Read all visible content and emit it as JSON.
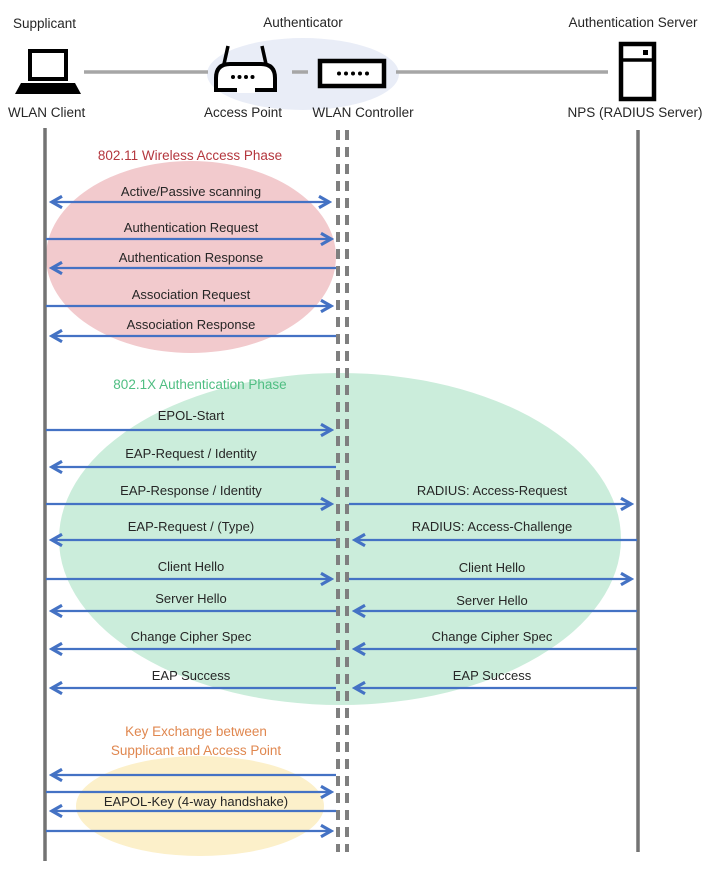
{
  "header": {
    "supplicant_role": "Supplicant",
    "authenticator_role": "Authenticator",
    "server_role": "Authentication Server",
    "wlan_client": "WLAN Client",
    "access_point": "Access Point",
    "wlan_controller": "WLAN Controller",
    "nps": "NPS (RADIUS Server)"
  },
  "phases": [
    {
      "title": "802.11 Wireless Access Phase",
      "color": "#b4373e",
      "fill": "#f2cacd"
    },
    {
      "title": "802.1X Authentication Phase",
      "color": "#4fbe82",
      "fill": "#cbeddb"
    },
    {
      "title_line1": "Key Exchange between",
      "title_line2": "Supplicant and Access Point",
      "color": "#e0874f",
      "fill": "#fcf0ca"
    }
  ],
  "messages_client_controller": [
    {
      "label": "Active/Passive scanning",
      "direction": "both"
    },
    {
      "label": "Authentication Request",
      "direction": "right"
    },
    {
      "label": "Authentication Response",
      "direction": "left"
    },
    {
      "label": "Association Request",
      "direction": "right"
    },
    {
      "label": "Association Response",
      "direction": "left"
    },
    {
      "label": "EPOL-Start",
      "direction": "right"
    },
    {
      "label": "EAP-Request / Identity",
      "direction": "left"
    },
    {
      "label": "EAP-Response / Identity",
      "direction": "right"
    },
    {
      "label": "EAP-Request / (Type)",
      "direction": "left"
    },
    {
      "label": "Client Hello",
      "direction": "right"
    },
    {
      "label": "Server Hello",
      "direction": "left"
    },
    {
      "label": "Change Cipher Spec",
      "direction": "left"
    },
    {
      "label": "EAP Success",
      "direction": "left"
    },
    {
      "label": "",
      "direction": "left"
    },
    {
      "label": "",
      "direction": "right"
    },
    {
      "label": "EAPOL-Key (4-way handshake)",
      "direction": "left"
    },
    {
      "label": "",
      "direction": "right"
    }
  ],
  "messages_controller_server": [
    {
      "label": "RADIUS: Access-Request",
      "direction": "right"
    },
    {
      "label": "RADIUS: Access-Challenge",
      "direction": "left"
    },
    {
      "label": "Client Hello",
      "direction": "right"
    },
    {
      "label": "Server Hello",
      "direction": "left"
    },
    {
      "label": "Change Cipher Spec",
      "direction": "left"
    },
    {
      "label": "EAP Success",
      "direction": "left"
    }
  ],
  "colors": {
    "arrow": "#4472c4",
    "lifeline": "#737373",
    "authenticator_highlight": "#e9edf7",
    "connector": "#a6a6a6"
  }
}
